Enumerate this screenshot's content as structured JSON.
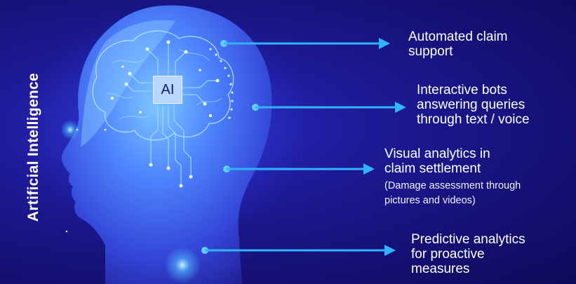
{
  "side_title": "Artificial Intelligence",
  "chip_label": "AI",
  "colors": {
    "background": "#1a1480",
    "head": "#4a7dff",
    "arrow": "#2fb4ff",
    "text": "#ffffff"
  },
  "items": [
    {
      "label": "Automated claim\nsupport"
    },
    {
      "label": "Interactive bots\nanswering queries\nthrough text / voice"
    },
    {
      "label": "Visual analytics in\nclaim settlement",
      "note": "(Damage assessment through\npictures and videos)"
    },
    {
      "label": "Predictive analytics\nfor proactive\nmeasures"
    }
  ]
}
